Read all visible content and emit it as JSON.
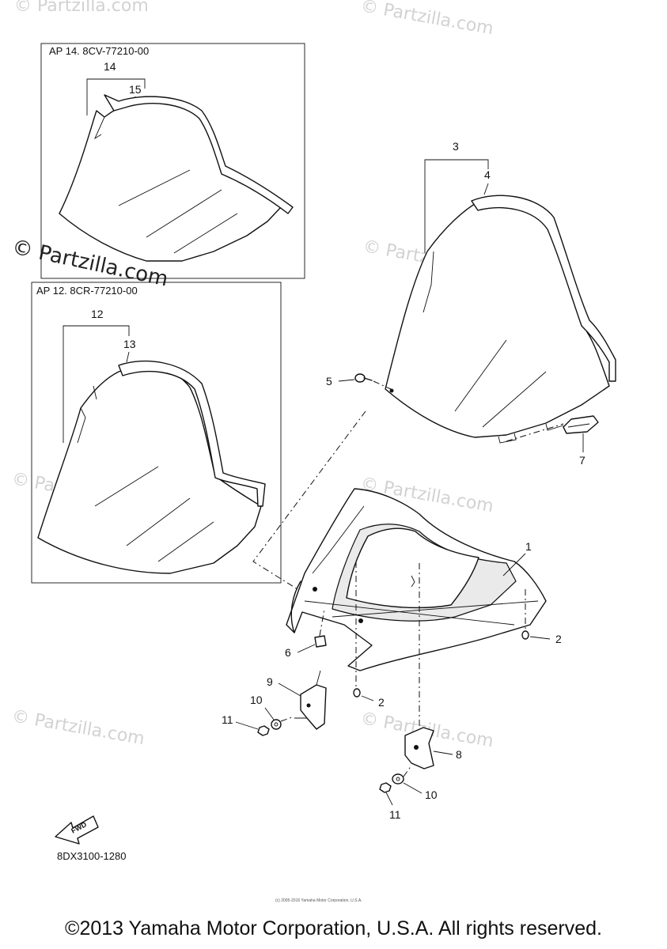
{
  "watermarks": {
    "site": "© Partzilla.com"
  },
  "alternate_parts": [
    {
      "label": "AP  14. 8CV-77210-00",
      "callouts": [
        "14",
        "15"
      ]
    },
    {
      "label": "AP  12. 8CR-77210-00",
      "callouts": [
        "12",
        "13"
      ]
    }
  ],
  "callouts": {
    "c1": "1",
    "c2a": "2",
    "c2b": "2",
    "c3": "3",
    "c4": "4",
    "c5": "5",
    "c6": "6",
    "c7": "7",
    "c8": "8",
    "c9": "9",
    "c10a": "10",
    "c10b": "10",
    "c11a": "11",
    "c11b": "11"
  },
  "fwd_label": "FWD",
  "diagram_code": "8DX3100-1280",
  "fine_print": "(c) 2005-2016 Yamaha Motor Corporation, U.S.A.",
  "copyright": "©2013 Yamaha Motor Corporation, U.S.A. All rights reserved."
}
